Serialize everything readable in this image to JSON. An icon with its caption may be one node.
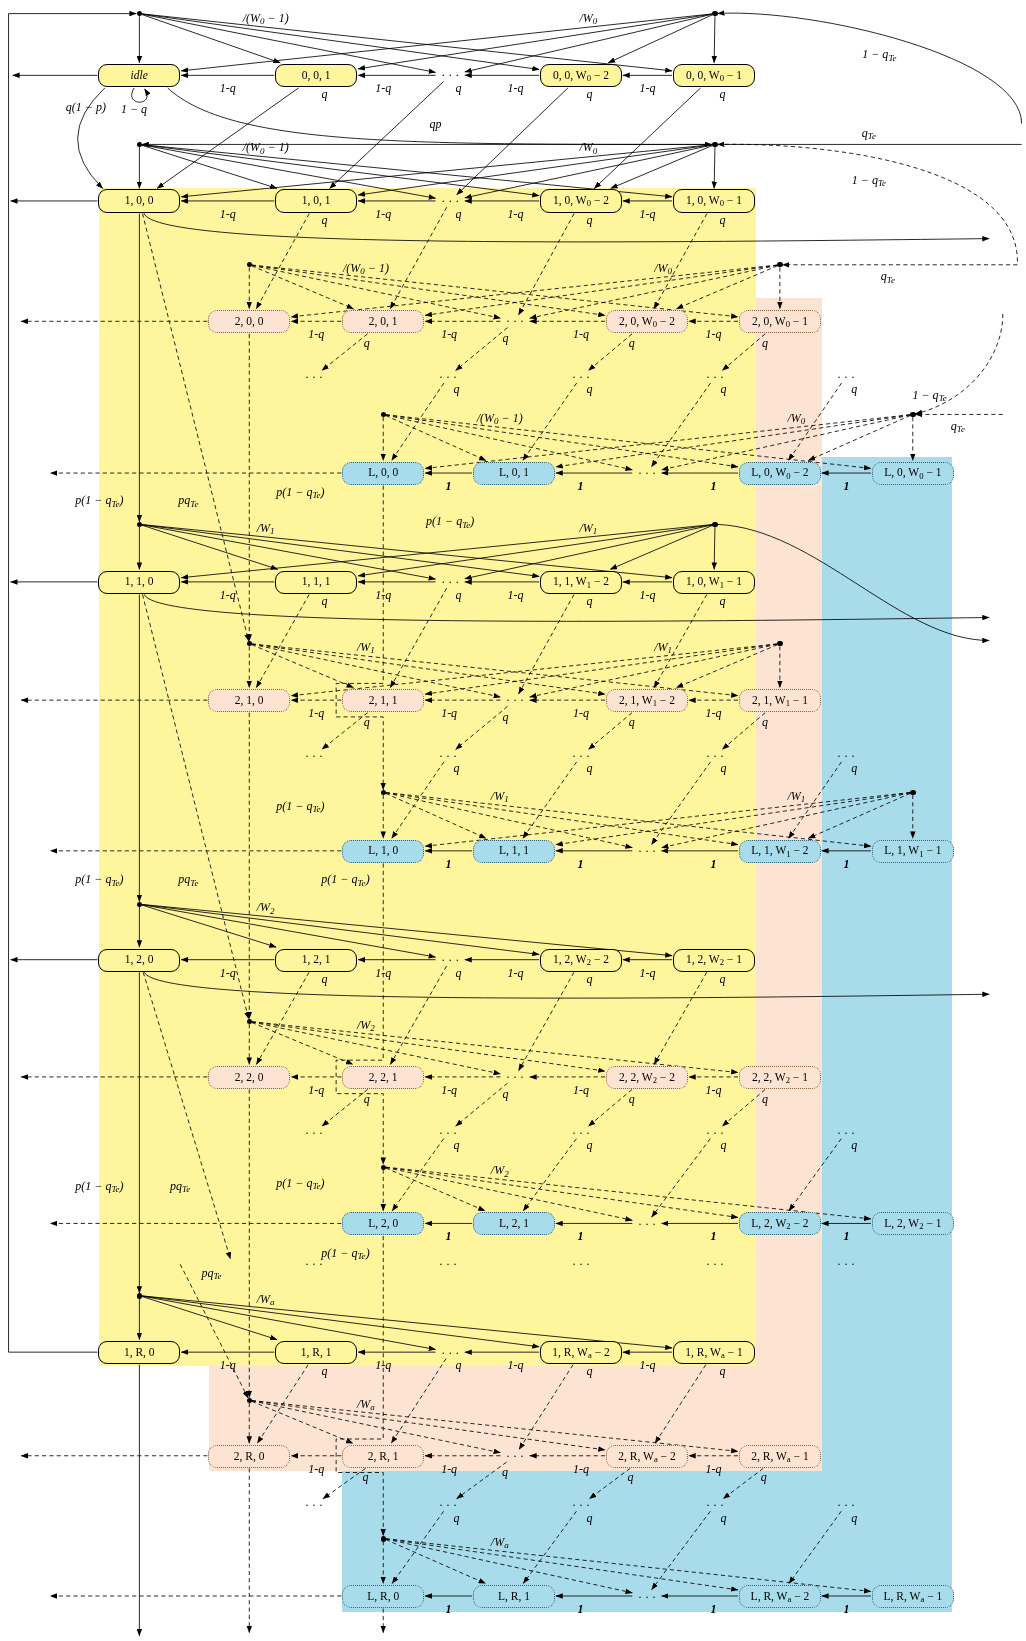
{
  "diagram": {
    "nodes": [
      {
        "text": [],
        "shape": "circle"
      },
      {
        "text": [],
        "shape": "circle"
      },
      {
        "text": [
          "idle"
        ]
      },
      {
        "text": [
          "0, 0, 1"
        ]
      },
      {
        "text": [
          "· · ·"
        ]
      },
      {
        "text": [
          "0, 0, W$_{0}$ − 2"
        ]
      },
      {
        "text": [
          "0, 0, W$_{0}$ − 1"
        ]
      },
      {
        "text": [],
        "shape": "circle"
      },
      {
        "text": [],
        "shape": "circle"
      },
      {
        "text": [
          "1, 0, 0"
        ]
      },
      {
        "text": [
          "1, 0, 1"
        ]
      },
      {
        "text": [
          "· · ·"
        ]
      },
      {
        "text": [
          "1, 0, W$_{0}$ − 2"
        ]
      },
      {
        "text": [
          "1, 0, W$_{0}$ − 1"
        ]
      },
      {
        "text": [],
        "shape": "circle"
      },
      {
        "text": [],
        "shape": "circle"
      },
      {
        "text": [
          "2, 0, 0"
        ]
      },
      {
        "text": [
          "2, 0, 1"
        ]
      },
      {
        "text": [
          "· · ·"
        ]
      },
      {
        "text": [
          "2, 0, W$_{0}$ − 2"
        ]
      },
      {
        "text": [
          "2, 0, W$_{0}$ − 1"
        ]
      },
      {
        "text": [
          "· · ·"
        ]
      },
      {
        "text": [
          "· · ·"
        ]
      },
      {
        "text": [
          "· · ·"
        ]
      },
      {
        "text": [
          "· · ·"
        ]
      },
      {
        "text": [
          "· · ·"
        ]
      },
      {
        "text": [],
        "shape": "circle"
      },
      {
        "text": [],
        "shape": "circle"
      },
      {
        "text": [
          "L, 0, 0"
        ]
      },
      {
        "text": [
          "L, 0, 1"
        ]
      },
      {
        "text": [
          "· · ·"
        ]
      },
      {
        "text": [
          "L, 0, W$_{0}$ − 2"
        ]
      },
      {
        "text": [
          "L, 0, W$_{0}$ − 1"
        ]
      },
      {
        "text": [],
        "shape": "circle"
      },
      {
        "text": [],
        "shape": "circle"
      },
      {
        "text": [
          "1, 1, 0"
        ]
      },
      {
        "text": [
          "1, 1, 1"
        ]
      },
      {
        "text": [
          "· · ·"
        ]
      },
      {
        "text": [
          "1, 1, W$_{1}$ − 2"
        ]
      },
      {
        "text": [
          "1, 0, W$_{1}$ − 1"
        ]
      },
      {
        "text": [],
        "shape": "circle"
      },
      {
        "text": [],
        "shape": "circle"
      },
      {
        "text": [
          "2, 1, 0"
        ]
      },
      {
        "text": [
          "2, 1, 1"
        ]
      },
      {
        "text": [
          "· · ·"
        ]
      },
      {
        "text": [
          "2, 1, W$_{1}$ − 2"
        ]
      },
      {
        "text": [
          "2, 1, W$_{1}$ − 1"
        ]
      },
      {
        "text": [
          "· · ·"
        ]
      },
      {
        "text": [
          "· · ·"
        ]
      },
      {
        "text": [
          "· · ·"
        ]
      },
      {
        "text": [
          "· · ·"
        ]
      },
      {
        "text": [
          "· · ·"
        ]
      },
      {
        "text": [],
        "shape": "circle"
      },
      {
        "text": [],
        "shape": "circle"
      },
      {
        "text": [
          "L, 1, 0"
        ]
      },
      {
        "text": [
          "L, 1, 1"
        ]
      },
      {
        "text": [
          "· · ·"
        ]
      },
      {
        "text": [
          "L, 1, W$_{1}$ − 2"
        ]
      },
      {
        "text": [
          "L, 1, W$_{1}$ − 1"
        ]
      },
      {
        "text": [],
        "shape": "circle"
      },
      {
        "text": [
          "1, 2, 0"
        ]
      },
      {
        "text": [
          "1, 2, 1"
        ]
      },
      {
        "text": [
          "· · ·"
        ]
      },
      {
        "text": [
          "1, 2, W$_{2}$ − 2"
        ]
      },
      {
        "text": [
          "1, 2, W$_{2}$ − 1"
        ]
      },
      {
        "text": [],
        "shape": "circle"
      },
      {
        "text": [
          "2, 2, 0"
        ]
      },
      {
        "text": [
          "2, 2, 1"
        ]
      },
      {
        "text": [
          "· · ·"
        ]
      },
      {
        "text": [
          "2, 2, W$_{2}$ − 2"
        ]
      },
      {
        "text": [
          "2, 2, W$_{2}$ − 1"
        ]
      },
      {
        "text": [
          "· · ·"
        ]
      },
      {
        "text": [
          "· · ·"
        ]
      },
      {
        "text": [
          "· · ·"
        ]
      },
      {
        "text": [
          "· · ·"
        ]
      },
      {
        "text": [
          "· · ·"
        ]
      },
      {
        "text": [],
        "shape": "circle"
      },
      {
        "text": [
          "L, 2, 0"
        ]
      },
      {
        "text": [
          "L, 2, 1"
        ]
      },
      {
        "text": [
          "· · ·"
        ]
      },
      {
        "text": [
          "L, 2, W$_{2}$ − 2"
        ]
      },
      {
        "text": [
          "L, 2, W$_{2}$ − 1"
        ]
      },
      {
        "text": [
          "· · ·"
        ]
      },
      {
        "text": [
          "· · ·"
        ]
      },
      {
        "text": [
          "· · ·"
        ]
      },
      {
        "text": [
          "· · ·"
        ]
      },
      {
        "text": [
          "· · ·"
        ]
      },
      {
        "text": [],
        "shape": "circle"
      },
      {
        "text": [
          "1, R, 0"
        ]
      },
      {
        "text": [
          "1, R, 1"
        ]
      },
      {
        "text": [
          "· · ·"
        ]
      },
      {
        "text": [
          "1, R, W$_{a}$ − 2"
        ]
      },
      {
        "text": [
          "1, R, W$_{a}$ − 1"
        ]
      },
      {
        "text": [],
        "shape": "circle"
      },
      {
        "text": [
          "2, R, 0"
        ]
      },
      {
        "text": [
          "2, R, 1"
        ]
      },
      {
        "text": [
          "· · ·"
        ]
      },
      {
        "text": [
          "2, R, W$_{a}$ − 2"
        ]
      },
      {
        "text": [
          "2, R, W$_{a}$ − 1"
        ]
      },
      {
        "text": [
          "· · ·"
        ]
      },
      {
        "text": [
          "· · ·"
        ]
      },
      {
        "text": [
          "· · ·"
        ]
      },
      {
        "text": [
          "· · ·"
        ]
      },
      {
        "text": [
          "· · ·"
        ]
      },
      {
        "text": [],
        "shape": "circle"
      },
      {
        "text": [
          "L, R, 0"
        ]
      },
      {
        "text": [
          "L, R, 1"
        ]
      },
      {
        "text": [
          "· · ·"
        ]
      },
      {
        "text": [
          "L, R, W$_{a}$ − 2"
        ]
      },
      {
        "text": [
          "L, R, W$_{a}$ − 1"
        ]
      }
    ],
    "edges": [
      {
        "from": 2,
        "to": 2,
        "arrow": "to",
        "label": "1 − q"
      },
      {
        "from": 2,
        "to": 9,
        "arrow": "to",
        "label": "q(1 − p)"
      },
      {
        "from": 2,
        "to": 8,
        "arrow": "to",
        "label": "qp"
      },
      {
        "from": 2,
        "to": null,
        "arrow": "to"
      },
      {
        "from": 9,
        "to": null,
        "arrow": "to"
      },
      {
        "from": 35,
        "to": null,
        "arrow": "to"
      },
      {
        "from": 60,
        "to": null,
        "arrow": "to"
      },
      {
        "from": 88,
        "to": null,
        "arrow": "to"
      },
      {
        "from": 88,
        "to": 0,
        "arrow": "to"
      },
      {
        "from": 9,
        "to": 33,
        "arrow": "to",
        "label": "p(1 − q$_{Te}$)"
      },
      {
        "from": 35,
        "to": 59,
        "arrow": "to",
        "label": "p(1 − q$_{Te}$)"
      },
      {
        "from": 60,
        "to": 87,
        "arrow": "to",
        "label": "p(1 − q$_{Te}$)"
      },
      {
        "from": 9,
        "to": null,
        "arrow": "to"
      },
      {
        "from": 35,
        "to": null,
        "arrow": "to"
      },
      {
        "from": 60,
        "to": null,
        "arrow": "to"
      },
      {
        "from": 34,
        "to": null,
        "arrow": "to"
      },
      {
        "from": null,
        "to": 7,
        "arrow": "to",
        "label": "q$_{Te}$"
      },
      {
        "from": null,
        "to": 1,
        "arrow": "to",
        "label": "1 − q$_{Te}$"
      },
      {
        "from": null,
        "to": 8,
        "arrow": "to",
        "label": "1 − q$_{Te}$",
        "style": "dashed"
      },
      {
        "from": null,
        "to": 15,
        "arrow": "to",
        "label": "q$_{Te}$",
        "style": "dashed"
      },
      {
        "from": null,
        "to": 27,
        "arrow": "to",
        "label": "1 − q$_{Te}$",
        "style": "dashed"
      },
      {
        "from": null,
        "to": 27,
        "arrow": "to",
        "label": "q$_{Te}$",
        "style": "dashed"
      },
      {
        "from": 16,
        "to": null,
        "arrow": "to",
        "style": "dashed"
      },
      {
        "from": 42,
        "to": null,
        "arrow": "to",
        "style": "dashed"
      },
      {
        "from": 66,
        "to": null,
        "arrow": "to",
        "style": "dashed"
      },
      {
        "from": 94,
        "to": null,
        "arrow": "to",
        "style": "dashed"
      },
      {
        "from": 28,
        "to": null,
        "arrow": "to",
        "style": "dashed"
      },
      {
        "from": 54,
        "to": null,
        "arrow": "to",
        "style": "dashed"
      },
      {
        "from": 77,
        "to": null,
        "arrow": "to",
        "style": "dashed"
      },
      {
        "from": 105,
        "to": null,
        "arrow": "to",
        "style": "dashed"
      },
      {
        "from": 16,
        "to": 40,
        "arrow": "to",
        "label": "p(1 − q$_{Te}$)",
        "style": "dashed"
      },
      {
        "from": 42,
        "to": 65,
        "arrow": "to",
        "label": "p(1 − q$_{Te}$)",
        "style": "dashed"
      },
      {
        "from": 66,
        "to": 93,
        "arrow": "to",
        "label": "p(1 − q$_{Te}$)",
        "style": "dashed"
      },
      {
        "from": 94,
        "to": null,
        "arrow": "to",
        "style": "dashed"
      },
      {
        "from": 28,
        "to": 52,
        "arrow": "to",
        "label": "p(1 − q$_{Te}$)",
        "style": "dashed"
      },
      {
        "from": 54,
        "to": 76,
        "arrow": "to",
        "label": "p(1 − q$_{Te}$)",
        "style": "dashed"
      },
      {
        "from": 77,
        "to": 104,
        "arrow": "to",
        "label": "p(1 − q$_{Te}$)",
        "style": "dashed"
      },
      {
        "from": 105,
        "to": null,
        "arrow": "to",
        "style": "dashed"
      },
      {
        "from": 9,
        "to": 40,
        "arrow": "to",
        "label": "pq$_{Te}$",
        "style": "dashed"
      },
      {
        "from": 35,
        "to": 65,
        "arrow": "to",
        "label": "pq$_{Te}$",
        "style": "dashed"
      },
      {
        "from": 60,
        "to": null,
        "arrow": "to",
        "label": "pq$_{Te}$",
        "style": "dashed"
      },
      {
        "from": null,
        "to": 93,
        "arrow": "to",
        "label": "pq$_{Te}$",
        "style": "dashed"
      },
      {
        "from": 3,
        "to": 2,
        "arrow": "to",
        "label": "1-q"
      },
      {
        "from": 4,
        "to": 3,
        "arrow": "to",
        "label": "1-q"
      },
      {
        "from": 5,
        "to": 4,
        "arrow": "to",
        "label": "1-q"
      },
      {
        "from": 6,
        "to": 5,
        "arrow": "to",
        "label": "1-q"
      },
      {
        "from": 10,
        "to": 9,
        "arrow": "to",
        "label": "1-q"
      },
      {
        "from": 11,
        "to": 10,
        "arrow": "to",
        "label": "1-q"
      },
      {
        "from": 12,
        "to": 11,
        "arrow": "to",
        "label": "1-q"
      },
      {
        "from": 13,
        "to": 12,
        "arrow": "to",
        "label": "1-q"
      },
      {
        "from": 17,
        "to": 16,
        "arrow": "to",
        "label": "1-q",
        "style": "dashed"
      },
      {
        "from": 18,
        "to": 17,
        "arrow": "to",
        "label": "1-q",
        "style": "dashed"
      },
      {
        "from": 19,
        "to": 18,
        "arrow": "to",
        "label": "1-q",
        "style": "dashed"
      },
      {
        "from": 20,
        "to": 19,
        "arrow": "to",
        "label": "1-q",
        "style": "dashed"
      },
      {
        "from": 29,
        "to": 28,
        "arrow": "to",
        "label": "1"
      },
      {
        "from": 30,
        "to": 29,
        "arrow": "to",
        "label": "1"
      },
      {
        "from": 31,
        "to": 30,
        "arrow": "to",
        "label": "1"
      },
      {
        "from": 32,
        "to": 31,
        "arrow": "to",
        "label": "1"
      },
      {
        "from": 36,
        "to": 35,
        "arrow": "to",
        "label": "1-q"
      },
      {
        "from": 37,
        "to": 36,
        "arrow": "to",
        "label": "1-q"
      },
      {
        "from": 38,
        "to": 37,
        "arrow": "to",
        "label": "1-q"
      },
      {
        "from": 39,
        "to": 38,
        "arrow": "to",
        "label": "1-q"
      },
      {
        "from": 43,
        "to": 42,
        "arrow": "to",
        "label": "1-q",
        "style": "dashed"
      },
      {
        "from": 44,
        "to": 43,
        "arrow": "to",
        "label": "1-q",
        "style": "dashed"
      },
      {
        "from": 45,
        "to": 44,
        "arrow": "to",
        "label": "1-q",
        "style": "dashed"
      },
      {
        "from": 46,
        "to": 45,
        "arrow": "to",
        "label": "1-q",
        "style": "dashed"
      },
      {
        "from": 55,
        "to": 54,
        "arrow": "to",
        "label": "1"
      },
      {
        "from": 56,
        "to": 55,
        "arrow": "to",
        "label": "1"
      },
      {
        "from": 57,
        "to": 56,
        "arrow": "to",
        "label": "1"
      },
      {
        "from": 58,
        "to": 57,
        "arrow": "to",
        "label": "1"
      },
      {
        "from": 61,
        "to": 60,
        "arrow": "to",
        "label": "1-q"
      },
      {
        "from": 62,
        "to": 61,
        "arrow": "to",
        "label": "1-q"
      },
      {
        "from": 63,
        "to": 62,
        "arrow": "to",
        "label": "1-q"
      },
      {
        "from": 64,
        "to": 63,
        "arrow": "to",
        "label": "1-q"
      },
      {
        "from": 67,
        "to": 66,
        "arrow": "to",
        "label": "1-q",
        "style": "dashed"
      },
      {
        "from": 68,
        "to": 67,
        "arrow": "to",
        "label": "1-q",
        "style": "dashed"
      },
      {
        "from": 69,
        "to": 68,
        "arrow": "to",
        "label": "1-q",
        "style": "dashed"
      },
      {
        "from": 70,
        "to": 69,
        "arrow": "to",
        "label": "1-q",
        "style": "dashed"
      },
      {
        "from": 78,
        "to": 77,
        "arrow": "to",
        "label": "1"
      },
      {
        "from": 79,
        "to": 78,
        "arrow": "to",
        "label": "1"
      },
      {
        "from": 80,
        "to": 79,
        "arrow": "to",
        "label": "1"
      },
      {
        "from": 81,
        "to": 80,
        "arrow": "to",
        "label": "1"
      },
      {
        "from": 89,
        "to": 88,
        "arrow": "to",
        "label": "1-q"
      },
      {
        "from": 90,
        "to": 89,
        "arrow": "to",
        "label": "1-q"
      },
      {
        "from": 91,
        "to": 90,
        "arrow": "to",
        "label": "1-q"
      },
      {
        "from": 92,
        "to": 91,
        "arrow": "to",
        "label": "1-q"
      },
      {
        "from": 95,
        "to": 94,
        "arrow": "to",
        "label": "1-q",
        "style": "dashed"
      },
      {
        "from": 96,
        "to": 95,
        "arrow": "to",
        "label": "1-q",
        "style": "dashed"
      },
      {
        "from": 97,
        "to": 96,
        "arrow": "to",
        "label": "1-q",
        "style": "dashed"
      },
      {
        "from": 98,
        "to": 97,
        "arrow": "to",
        "label": "1-q",
        "style": "dashed"
      },
      {
        "from": 106,
        "to": 105,
        "arrow": "to",
        "label": "1"
      },
      {
        "from": 107,
        "to": 106,
        "arrow": "to",
        "label": "1"
      },
      {
        "from": 108,
        "to": 107,
        "arrow": "to",
        "label": "1"
      },
      {
        "from": 109,
        "to": 108,
        "arrow": "to",
        "label": "1"
      },
      {
        "from": 0,
        "to": 2,
        "arrow": "to"
      },
      {
        "from": 0,
        "to": 3,
        "arrow": "to"
      },
      {
        "from": 0,
        "to": 4,
        "arrow": "to"
      },
      {
        "from": 0,
        "to": 5,
        "arrow": "to"
      },
      {
        "from": 0,
        "to": 6,
        "arrow": "to",
        "label": "/(W$_{0}$ − 1)"
      },
      {
        "from": 1,
        "to": 2,
        "arrow": "to",
        "label": "/W$_{0}$"
      },
      {
        "from": 1,
        "to": 3,
        "arrow": "to"
      },
      {
        "from": 1,
        "to": 4,
        "arrow": "to"
      },
      {
        "from": 1,
        "to": 5,
        "arrow": "to"
      },
      {
        "from": 1,
        "to": 6,
        "arrow": "to"
      },
      {
        "from": 7,
        "to": 9,
        "arrow": "to"
      },
      {
        "from": 7,
        "to": 10,
        "arrow": "to"
      },
      {
        "from": 7,
        "to": 11,
        "arrow": "to"
      },
      {
        "from": 7,
        "to": 12,
        "arrow": "to"
      },
      {
        "from": 7,
        "to": 13,
        "arrow": "to",
        "label": "/(W$_{0}$ − 1)"
      },
      {
        "from": 8,
        "to": 9,
        "arrow": "to",
        "label": "/W$_{0}$"
      },
      {
        "from": 8,
        "to": 10,
        "arrow": "to"
      },
      {
        "from": 8,
        "to": 11,
        "arrow": "to"
      },
      {
        "from": 8,
        "to": 12,
        "arrow": "to"
      },
      {
        "from": 8,
        "to": 13,
        "arrow": "to"
      },
      {
        "from": 14,
        "to": 16,
        "arrow": "to",
        "style": "dashed"
      },
      {
        "from": 14,
        "to": 17,
        "arrow": "to",
        "style": "dashed"
      },
      {
        "from": 14,
        "to": 18,
        "arrow": "to",
        "style": "dashed"
      },
      {
        "from": 14,
        "to": 19,
        "arrow": "to",
        "style": "dashed"
      },
      {
        "from": 14,
        "to": 20,
        "arrow": "to",
        "label": "/(W$_{0}$ − 1)",
        "style": "dashed"
      },
      {
        "from": 15,
        "to": 16,
        "arrow": "to",
        "label": "/W$_{0}$",
        "style": "dashed"
      },
      {
        "from": 15,
        "to": 17,
        "arrow": "to",
        "style": "dashed"
      },
      {
        "from": 15,
        "to": 18,
        "arrow": "to",
        "style": "dashed"
      },
      {
        "from": 15,
        "to": 19,
        "arrow": "to",
        "style": "dashed"
      },
      {
        "from": 15,
        "to": 20,
        "arrow": "to",
        "style": "dashed"
      },
      {
        "from": 26,
        "to": 28,
        "arrow": "to",
        "style": "dashed"
      },
      {
        "from": 26,
        "to": 29,
        "arrow": "to",
        "style": "dashed"
      },
      {
        "from": 26,
        "to": 30,
        "arrow": "to",
        "style": "dashed"
      },
      {
        "from": 26,
        "to": 31,
        "arrow": "to",
        "style": "dashed"
      },
      {
        "from": 26,
        "to": 32,
        "arrow": "to",
        "label": "/(W$_{0}$ − 1)",
        "style": "dashed"
      },
      {
        "from": 27,
        "to": 28,
        "arrow": "to",
        "label": "/W$_{0}$",
        "style": "dashed"
      },
      {
        "from": 27,
        "to": 29,
        "arrow": "to",
        "style": "dashed"
      },
      {
        "from": 27,
        "to": 30,
        "arrow": "to",
        "style": "dashed"
      },
      {
        "from": 27,
        "to": 31,
        "arrow": "to",
        "style": "dashed"
      },
      {
        "from": 27,
        "to": 32,
        "arrow": "to",
        "style": "dashed"
      },
      {
        "from": 33,
        "to": 35,
        "arrow": "to"
      },
      {
        "from": 33,
        "to": 36,
        "arrow": "to"
      },
      {
        "from": 33,
        "to": 37,
        "arrow": "to"
      },
      {
        "from": 33,
        "to": 38,
        "arrow": "to"
      },
      {
        "from": 33,
        "to": 39,
        "arrow": "to",
        "label": "/W$_{1}$"
      },
      {
        "from": 34,
        "to": 35,
        "arrow": "to",
        "label": "/W$_{1}$"
      },
      {
        "from": 34,
        "to": 36,
        "arrow": "to"
      },
      {
        "from": 34,
        "to": 37,
        "arrow": "to"
      },
      {
        "from": 34,
        "to": 38,
        "arrow": "to"
      },
      {
        "from": 34,
        "to": 39,
        "arrow": "to"
      },
      {
        "from": 40,
        "to": 42,
        "arrow": "to",
        "style": "dashed"
      },
      {
        "from": 40,
        "to": 43,
        "arrow": "to",
        "style": "dashed"
      },
      {
        "from": 40,
        "to": 44,
        "arrow": "to",
        "style": "dashed"
      },
      {
        "from": 40,
        "to": 45,
        "arrow": "to",
        "style": "dashed"
      },
      {
        "from": 40,
        "to": 46,
        "arrow": "to",
        "label": "/W$_{1}$",
        "style": "dashed"
      },
      {
        "from": 41,
        "to": 42,
        "arrow": "to",
        "label": "/W$_{1}$",
        "style": "dashed"
      },
      {
        "from": 41,
        "to": 43,
        "arrow": "to",
        "style": "dashed"
      },
      {
        "from": 41,
        "to": 44,
        "arrow": "to",
        "style": "dashed"
      },
      {
        "from": 41,
        "to": 45,
        "arrow": "to",
        "style": "dashed"
      },
      {
        "from": 41,
        "to": 46,
        "arrow": "to",
        "style": "dashed"
      },
      {
        "from": 52,
        "to": 54,
        "arrow": "to",
        "style": "dashed"
      },
      {
        "from": 52,
        "to": 55,
        "arrow": "to",
        "style": "dashed"
      },
      {
        "from": 52,
        "to": 56,
        "arrow": "to",
        "style": "dashed"
      },
      {
        "from": 52,
        "to": 57,
        "arrow": "to",
        "style": "dashed"
      },
      {
        "from": 52,
        "to": 58,
        "arrow": "to",
        "label": "/W$_{1}$",
        "style": "dashed"
      },
      {
        "from": 53,
        "to": 54,
        "arrow": "to",
        "label": "/W$_{1}$",
        "style": "dashed"
      },
      {
        "from": 53,
        "to": 55,
        "arrow": "to",
        "style": "dashed"
      },
      {
        "from": 53,
        "to": 56,
        "arrow": "to",
        "style": "dashed"
      },
      {
        "from": 53,
        "to": 57,
        "arrow": "to",
        "style": "dashed"
      },
      {
        "from": 53,
        "to": 58,
        "arrow": "to",
        "style": "dashed"
      },
      {
        "from": 59,
        "to": 60,
        "arrow": "to"
      },
      {
        "from": 59,
        "to": 61,
        "arrow": "to"
      },
      {
        "from": 59,
        "to": 62,
        "arrow": "to"
      },
      {
        "from": 59,
        "to": 63,
        "arrow": "to"
      },
      {
        "from": 59,
        "to": 64,
        "arrow": "to",
        "label": "/W$_{2}$"
      },
      {
        "from": 65,
        "to": 66,
        "arrow": "to",
        "style": "dashed"
      },
      {
        "from": 65,
        "to": 67,
        "arrow": "to",
        "style": "dashed"
      },
      {
        "from": 65,
        "to": 68,
        "arrow": "to",
        "style": "dashed"
      },
      {
        "from": 65,
        "to": 69,
        "arrow": "to",
        "style": "dashed"
      },
      {
        "from": 65,
        "to": 70,
        "arrow": "to",
        "label": "/W$_{2}$",
        "style": "dashed"
      },
      {
        "from": 76,
        "to": 77,
        "arrow": "to",
        "style": "dashed"
      },
      {
        "from": 76,
        "to": 78,
        "arrow": "to",
        "style": "dashed"
      },
      {
        "from": 76,
        "to": 79,
        "arrow": "to",
        "style": "dashed"
      },
      {
        "from": 76,
        "to": 80,
        "arrow": "to",
        "style": "dashed"
      },
      {
        "from": 76,
        "to": 81,
        "arrow": "to",
        "label": "/W$_{2}$",
        "style": "dashed"
      },
      {
        "from": 87,
        "to": 88,
        "arrow": "to"
      },
      {
        "from": 87,
        "to": 89,
        "arrow": "to"
      },
      {
        "from": 87,
        "to": 90,
        "arrow": "to"
      },
      {
        "from": 87,
        "to": 91,
        "arrow": "to"
      },
      {
        "from": 87,
        "to": 92,
        "arrow": "to",
        "label": "/W$_{a}$"
      },
      {
        "from": 93,
        "to": 94,
        "arrow": "to",
        "style": "dashed"
      },
      {
        "from": 93,
        "to": 95,
        "arrow": "to",
        "style": "dashed"
      },
      {
        "from": 93,
        "to": 96,
        "arrow": "to",
        "style": "dashed"
      },
      {
        "from": 93,
        "to": 97,
        "arrow": "to",
        "style": "dashed"
      },
      {
        "from": 93,
        "to": 98,
        "arrow": "to",
        "label": "/W$_{a}$",
        "style": "dashed"
      },
      {
        "from": 104,
        "to": 105,
        "arrow": "to",
        "style": "dashed"
      },
      {
        "from": 104,
        "to": 106,
        "arrow": "to",
        "style": "dashed"
      },
      {
        "from": 104,
        "to": 107,
        "arrow": "to",
        "style": "dashed"
      },
      {
        "from": 104,
        "to": 108,
        "arrow": "to",
        "style": "dashed"
      },
      {
        "from": 104,
        "to": 109,
        "arrow": "to",
        "label": "/W$_{a}$",
        "style": "dashed"
      },
      {
        "from": 3,
        "to": 9,
        "arrow": "to",
        "label": "q"
      },
      {
        "from": 4,
        "to": 10,
        "arrow": "to",
        "label": "q"
      },
      {
        "from": 5,
        "to": 11,
        "arrow": "to",
        "label": "q"
      },
      {
        "from": 6,
        "to": 12,
        "arrow": "to",
        "label": "q"
      },
      {
        "from": 10,
        "to": 16,
        "arrow": "to",
        "label": "q",
        "style": "dashed"
      },
      {
        "from": 11,
        "to": 17,
        "arrow": "to",
        "label": "q",
        "style": "dashed"
      },
      {
        "from": 12,
        "to": 18,
        "arrow": "to",
        "label": "q",
        "style": "dashed"
      },
      {
        "from": 13,
        "to": 19,
        "arrow": "to",
        "label": "q",
        "style": "dashed"
      },
      {
        "from": 17,
        "to": 21,
        "arrow": "to",
        "label": "q",
        "style": "dashed"
      },
      {
        "from": 18,
        "to": 22,
        "arrow": "to",
        "label": "q",
        "style": "dashed"
      },
      {
        "from": 19,
        "to": 23,
        "arrow": "to",
        "label": "q",
        "style": "dashed"
      },
      {
        "from": 20,
        "to": 24,
        "arrow": "to",
        "label": "q",
        "style": "dashed"
      },
      {
        "from": 22,
        "to": 28,
        "arrow": "to",
        "label": "q",
        "style": "dashed"
      },
      {
        "from": 23,
        "to": 29,
        "arrow": "to",
        "label": "q",
        "style": "dashed"
      },
      {
        "from": 24,
        "to": 30,
        "arrow": "to",
        "label": "q",
        "style": "dashed"
      },
      {
        "from": 25,
        "to": 31,
        "arrow": "to",
        "label": "q",
        "style": "dashed"
      },
      {
        "from": 36,
        "to": 42,
        "arrow": "to",
        "label": "q",
        "style": "dashed"
      },
      {
        "from": 37,
        "to": 43,
        "arrow": "to",
        "label": "q",
        "style": "dashed"
      },
      {
        "from": 38,
        "to": 44,
        "arrow": "to",
        "label": "q",
        "style": "dashed"
      },
      {
        "from": 39,
        "to": 45,
        "arrow": "to",
        "label": "q",
        "style": "dashed"
      },
      {
        "from": 43,
        "to": 47,
        "arrow": "to",
        "label": "q",
        "style": "dashed"
      },
      {
        "from": 44,
        "to": 48,
        "arrow": "to",
        "label": "q",
        "style": "dashed"
      },
      {
        "from": 45,
        "to": 49,
        "arrow": "to",
        "label": "q",
        "style": "dashed"
      },
      {
        "from": 46,
        "to": 50,
        "arrow": "to",
        "label": "q",
        "style": "dashed"
      },
      {
        "from": 48,
        "to": 54,
        "arrow": "to",
        "label": "q",
        "style": "dashed"
      },
      {
        "from": 49,
        "to": 55,
        "arrow": "to",
        "label": "q",
        "style": "dashed"
      },
      {
        "from": 50,
        "to": 56,
        "arrow": "to",
        "label": "q",
        "style": "dashed"
      },
      {
        "from": 51,
        "to": 57,
        "arrow": "to",
        "label": "q",
        "style": "dashed"
      },
      {
        "from": 61,
        "to": 66,
        "arrow": "to",
        "label": "q",
        "style": "dashed"
      },
      {
        "from": 62,
        "to": 67,
        "arrow": "to",
        "label": "q",
        "style": "dashed"
      },
      {
        "from": 63,
        "to": 68,
        "arrow": "to",
        "label": "q",
        "style": "dashed"
      },
      {
        "from": 64,
        "to": 69,
        "arrow": "to",
        "label": "q",
        "style": "dashed"
      },
      {
        "from": 67,
        "to": 71,
        "arrow": "to",
        "label": "q",
        "style": "dashed"
      },
      {
        "from": 68,
        "to": 72,
        "arrow": "to",
        "label": "q",
        "style": "dashed"
      },
      {
        "from": 69,
        "to": 73,
        "arrow": "to",
        "label": "q",
        "style": "dashed"
      },
      {
        "from": 70,
        "to": 74,
        "arrow": "to",
        "label": "q",
        "style": "dashed"
      },
      {
        "from": 72,
        "to": 77,
        "arrow": "to",
        "label": "q",
        "style": "dashed"
      },
      {
        "from": 73,
        "to": 78,
        "arrow": "to",
        "label": "q",
        "style": "dashed"
      },
      {
        "from": 74,
        "to": 79,
        "arrow": "to",
        "label": "q",
        "style": "dashed"
      },
      {
        "from": 75,
        "to": 80,
        "arrow": "to",
        "label": "q",
        "style": "dashed"
      },
      {
        "from": 89,
        "to": 94,
        "arrow": "to",
        "label": "q",
        "style": "dashed"
      },
      {
        "from": 90,
        "to": 95,
        "arrow": "to",
        "label": "q",
        "style": "dashed"
      },
      {
        "from": 91,
        "to": 96,
        "arrow": "to",
        "label": "q",
        "style": "dashed"
      },
      {
        "from": 92,
        "to": 97,
        "arrow": "to",
        "label": "q",
        "style": "dashed"
      },
      {
        "from": 95,
        "to": 99,
        "arrow": "to",
        "label": "q",
        "style": "dashed"
      },
      {
        "from": 96,
        "to": 100,
        "arrow": "to",
        "label": "q",
        "style": "dashed"
      },
      {
        "from": 97,
        "to": 101,
        "arrow": "to",
        "label": "q",
        "style": "dashed"
      },
      {
        "from": 98,
        "to": 102,
        "arrow": "to",
        "label": "q",
        "style": "dashed"
      },
      {
        "from": 100,
        "to": 105,
        "arrow": "to",
        "label": "q",
        "style": "dashed"
      },
      {
        "from": 101,
        "to": 106,
        "arrow": "to",
        "label": "q",
        "style": "dashed"
      },
      {
        "from": 102,
        "to": 107,
        "arrow": "to",
        "label": "q",
        "style": "dashed"
      },
      {
        "from": 103,
        "to": 108,
        "arrow": "to",
        "label": "q",
        "style": "dashed"
      }
    ]
  }
}
